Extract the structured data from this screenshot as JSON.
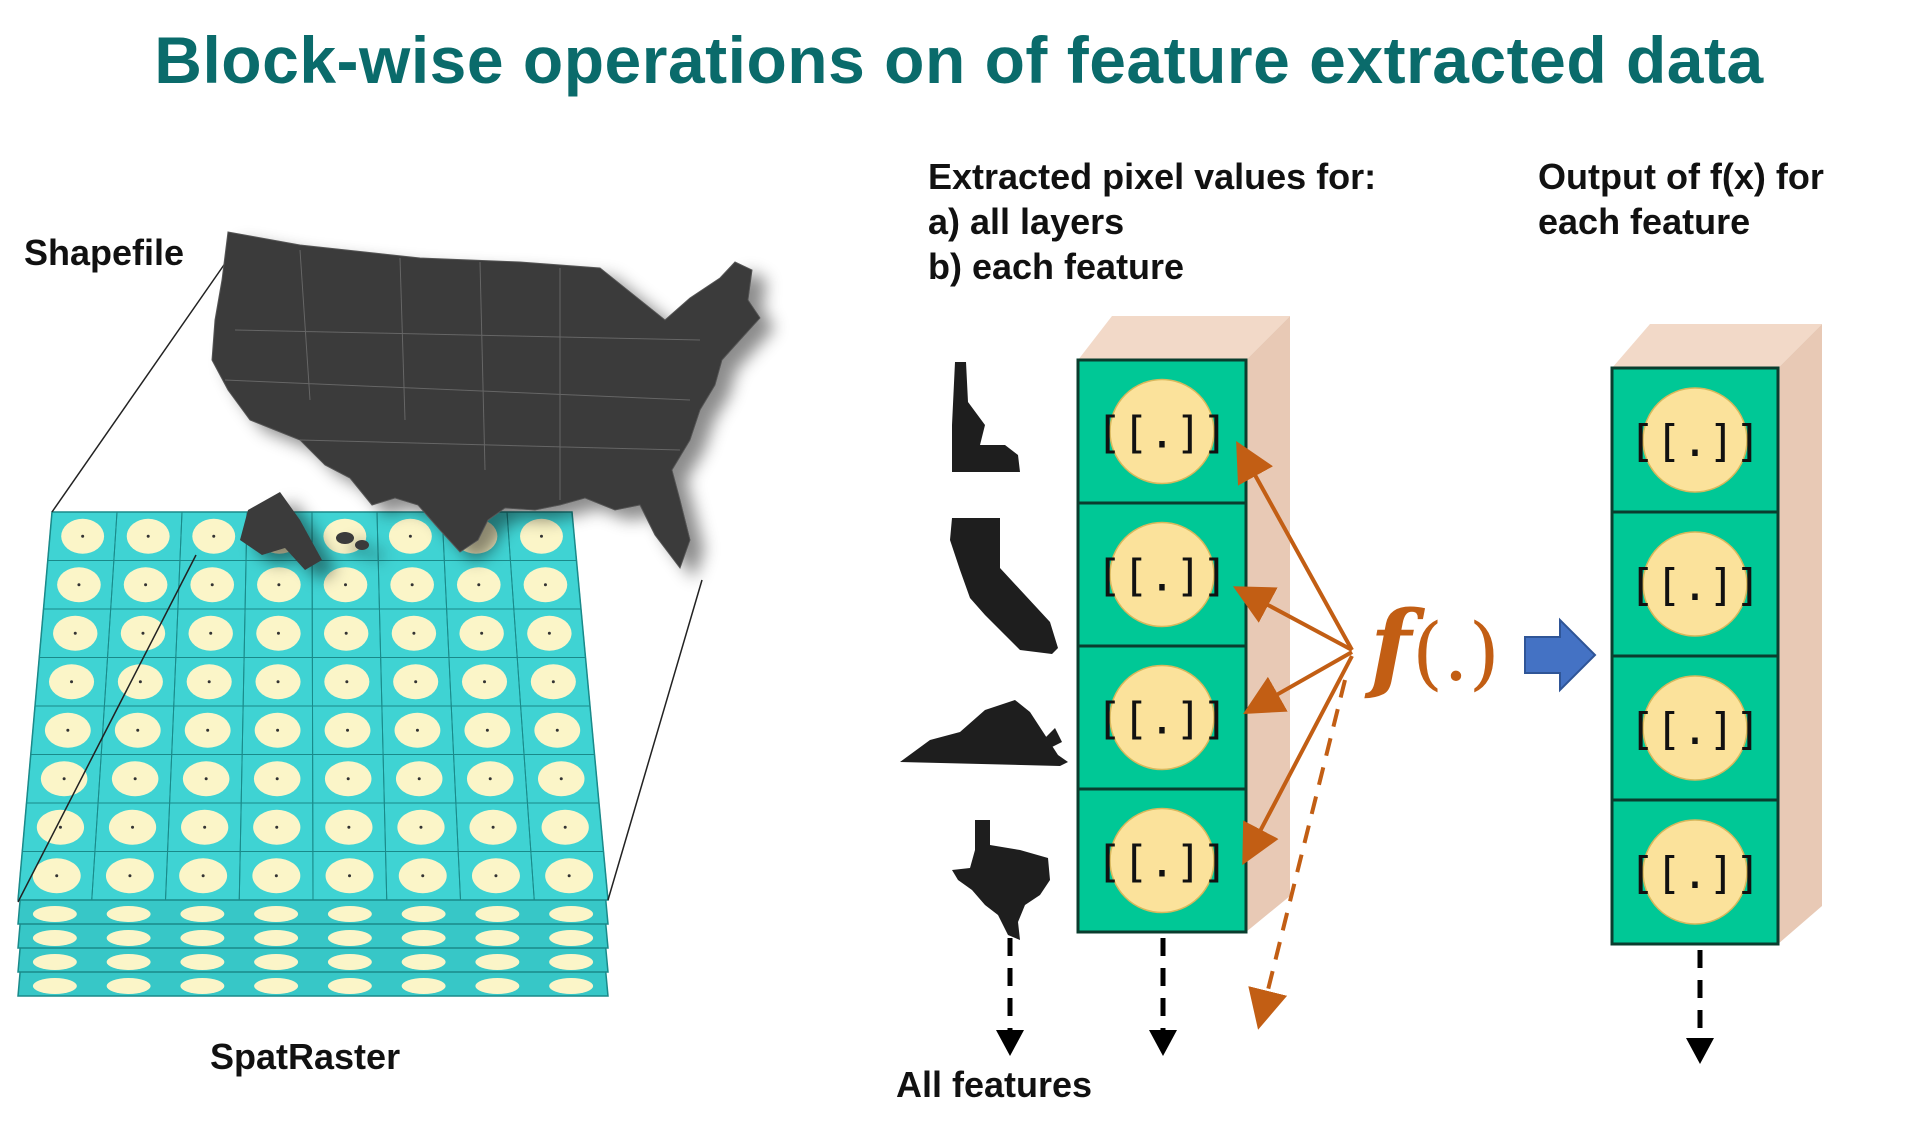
{
  "title": "Block-wise operations on of feature extracted data",
  "labels": {
    "shapefile": "Shapefile",
    "spatraster": "SpatRaster",
    "extracted_heading": "Extracted pixel values for:",
    "extracted_a": "a)  all layers",
    "extracted_b": "b)  each feature",
    "output_line1": "Output of f(x) for",
    "output_line2": "each feature",
    "all_features": "All features"
  },
  "cell_symbol": "[[.]]",
  "function": {
    "letter": "f",
    "args": "(.)"
  },
  "features": [
    "Idaho",
    "California",
    "Virginia",
    "Texas"
  ],
  "colors": {
    "title": "#0a6b6b",
    "cell_fill": "#00c896",
    "circle_fill": "#fbe29b",
    "cube_side": "#e8c9b5",
    "raster_fill": "#3fd3d3",
    "map_fill": "#3a3a3a",
    "arrow_orange": "#c25e14",
    "arrow_blue": "#4472c4"
  }
}
